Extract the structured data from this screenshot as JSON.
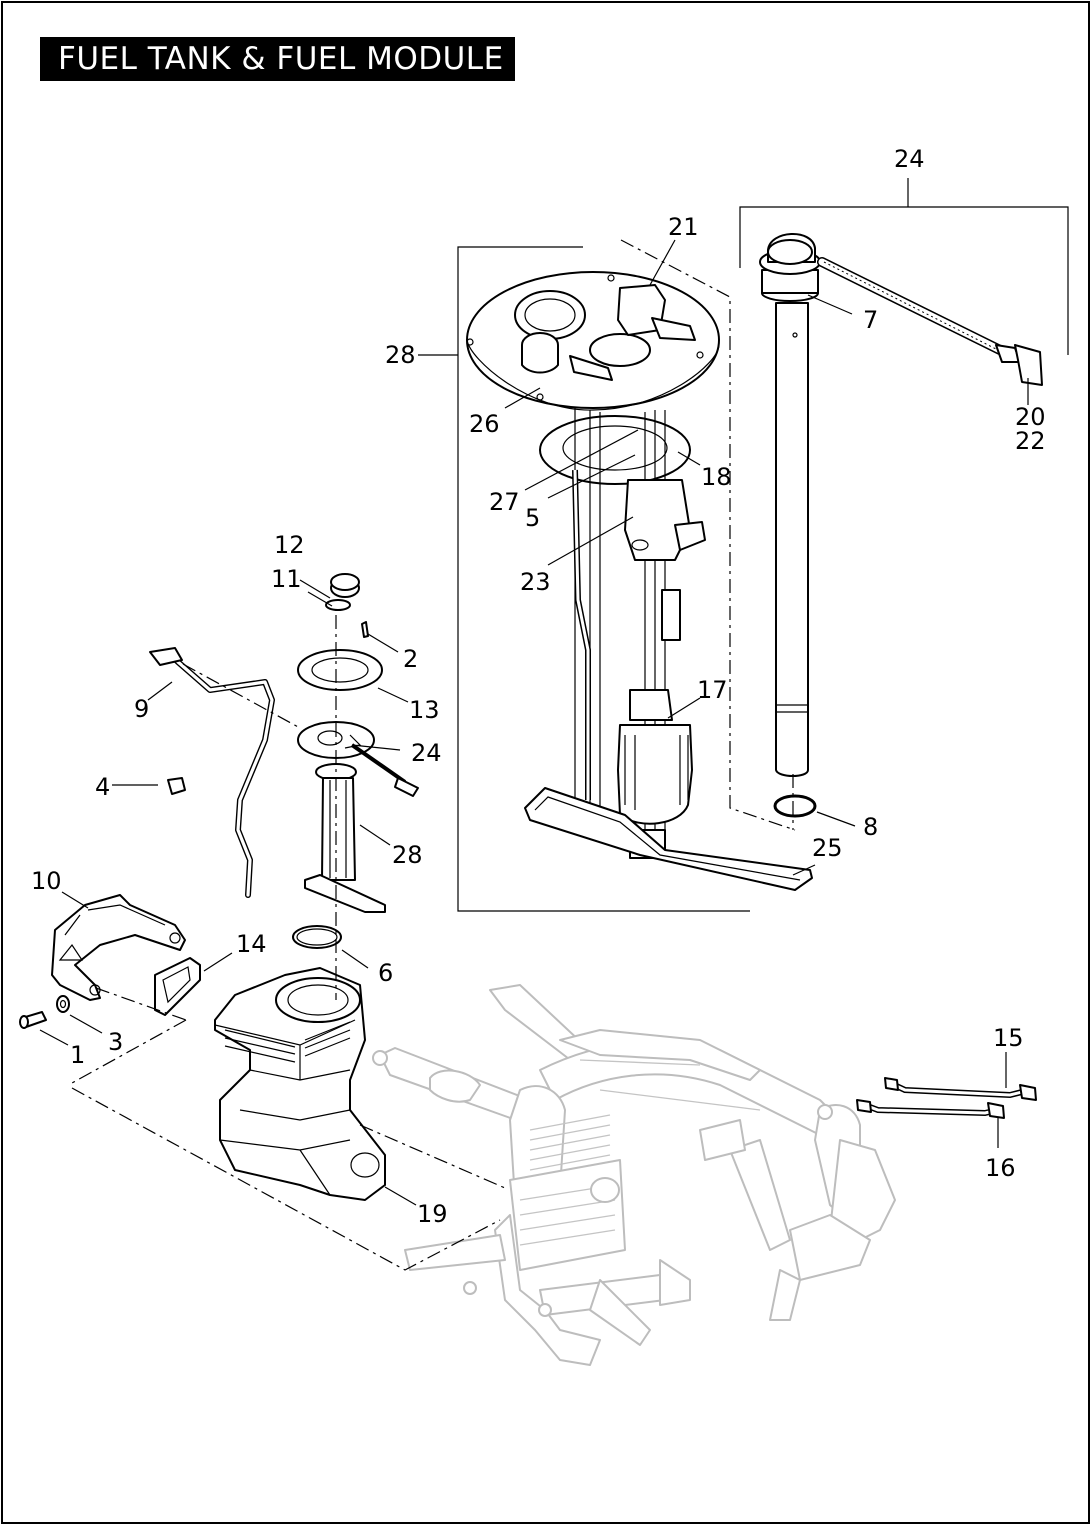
{
  "title": "FUEL TANK & FUEL MODULE",
  "callouts": [
    {
      "id": "c1",
      "text": "1"
    },
    {
      "id": "c2",
      "text": "2"
    },
    {
      "id": "c3",
      "text": "3"
    },
    {
      "id": "c4",
      "text": "4"
    },
    {
      "id": "c5",
      "text": "5"
    },
    {
      "id": "c6",
      "text": "6"
    },
    {
      "id": "c7",
      "text": "7"
    },
    {
      "id": "c8",
      "text": "8"
    },
    {
      "id": "c9",
      "text": "9"
    },
    {
      "id": "c10",
      "text": "10"
    },
    {
      "id": "c11",
      "text": "11"
    },
    {
      "id": "c12",
      "text": "12"
    },
    {
      "id": "c13",
      "text": "13"
    },
    {
      "id": "c14",
      "text": "14"
    },
    {
      "id": "c15",
      "text": "15"
    },
    {
      "id": "c16",
      "text": "16"
    },
    {
      "id": "c17",
      "text": "17"
    },
    {
      "id": "c18",
      "text": "18"
    },
    {
      "id": "c19",
      "text": "19"
    },
    {
      "id": "c20",
      "text": "20"
    },
    {
      "id": "c21",
      "text": "21"
    },
    {
      "id": "c22",
      "text": "22"
    },
    {
      "id": "c23",
      "text": "23"
    },
    {
      "id": "c24a",
      "text": "24"
    },
    {
      "id": "c24b",
      "text": "24"
    },
    {
      "id": "c25",
      "text": "25"
    },
    {
      "id": "c26",
      "text": "26"
    },
    {
      "id": "c27",
      "text": "27"
    },
    {
      "id": "c28a",
      "text": "28"
    },
    {
      "id": "c28b",
      "text": "28"
    }
  ]
}
